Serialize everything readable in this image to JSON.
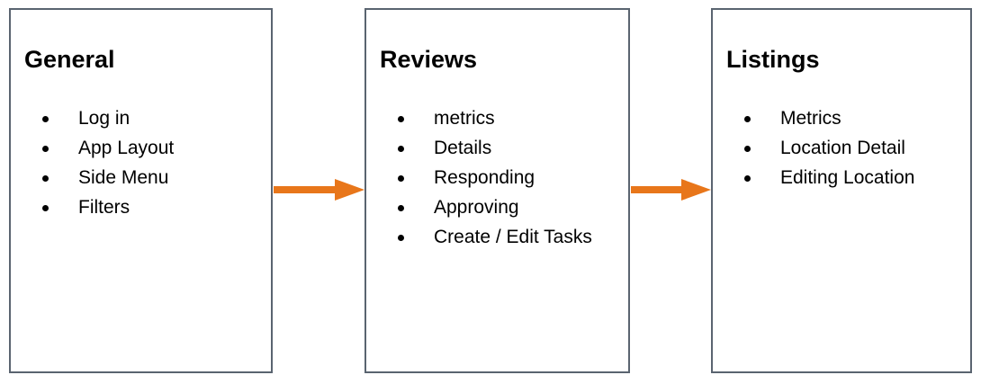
{
  "diagram": {
    "type": "flow",
    "orientation": "horizontal",
    "colors": {
      "box_border": "#5a6470",
      "box_background": "#ffffff",
      "text": "#000000",
      "arrow": "#e8761a"
    },
    "nodes": [
      {
        "id": "general",
        "title": "General",
        "items": [
          "Log in",
          "App Layout",
          "Side Menu",
          "Filters"
        ]
      },
      {
        "id": "reviews",
        "title": "Reviews",
        "items": [
          "metrics",
          "Details",
          "Responding",
          "Approving",
          "Create / Edit Tasks"
        ]
      },
      {
        "id": "listings",
        "title": "Listings",
        "items": [
          "Metrics",
          "Location Detail",
          "Editing Location"
        ]
      }
    ],
    "connectors": [
      {
        "id": "general-to-reviews",
        "from": "general",
        "to": "reviews",
        "style": "solid-arrow"
      },
      {
        "id": "reviews-to-listings",
        "from": "reviews",
        "to": "listings",
        "style": "solid-arrow"
      }
    ]
  }
}
